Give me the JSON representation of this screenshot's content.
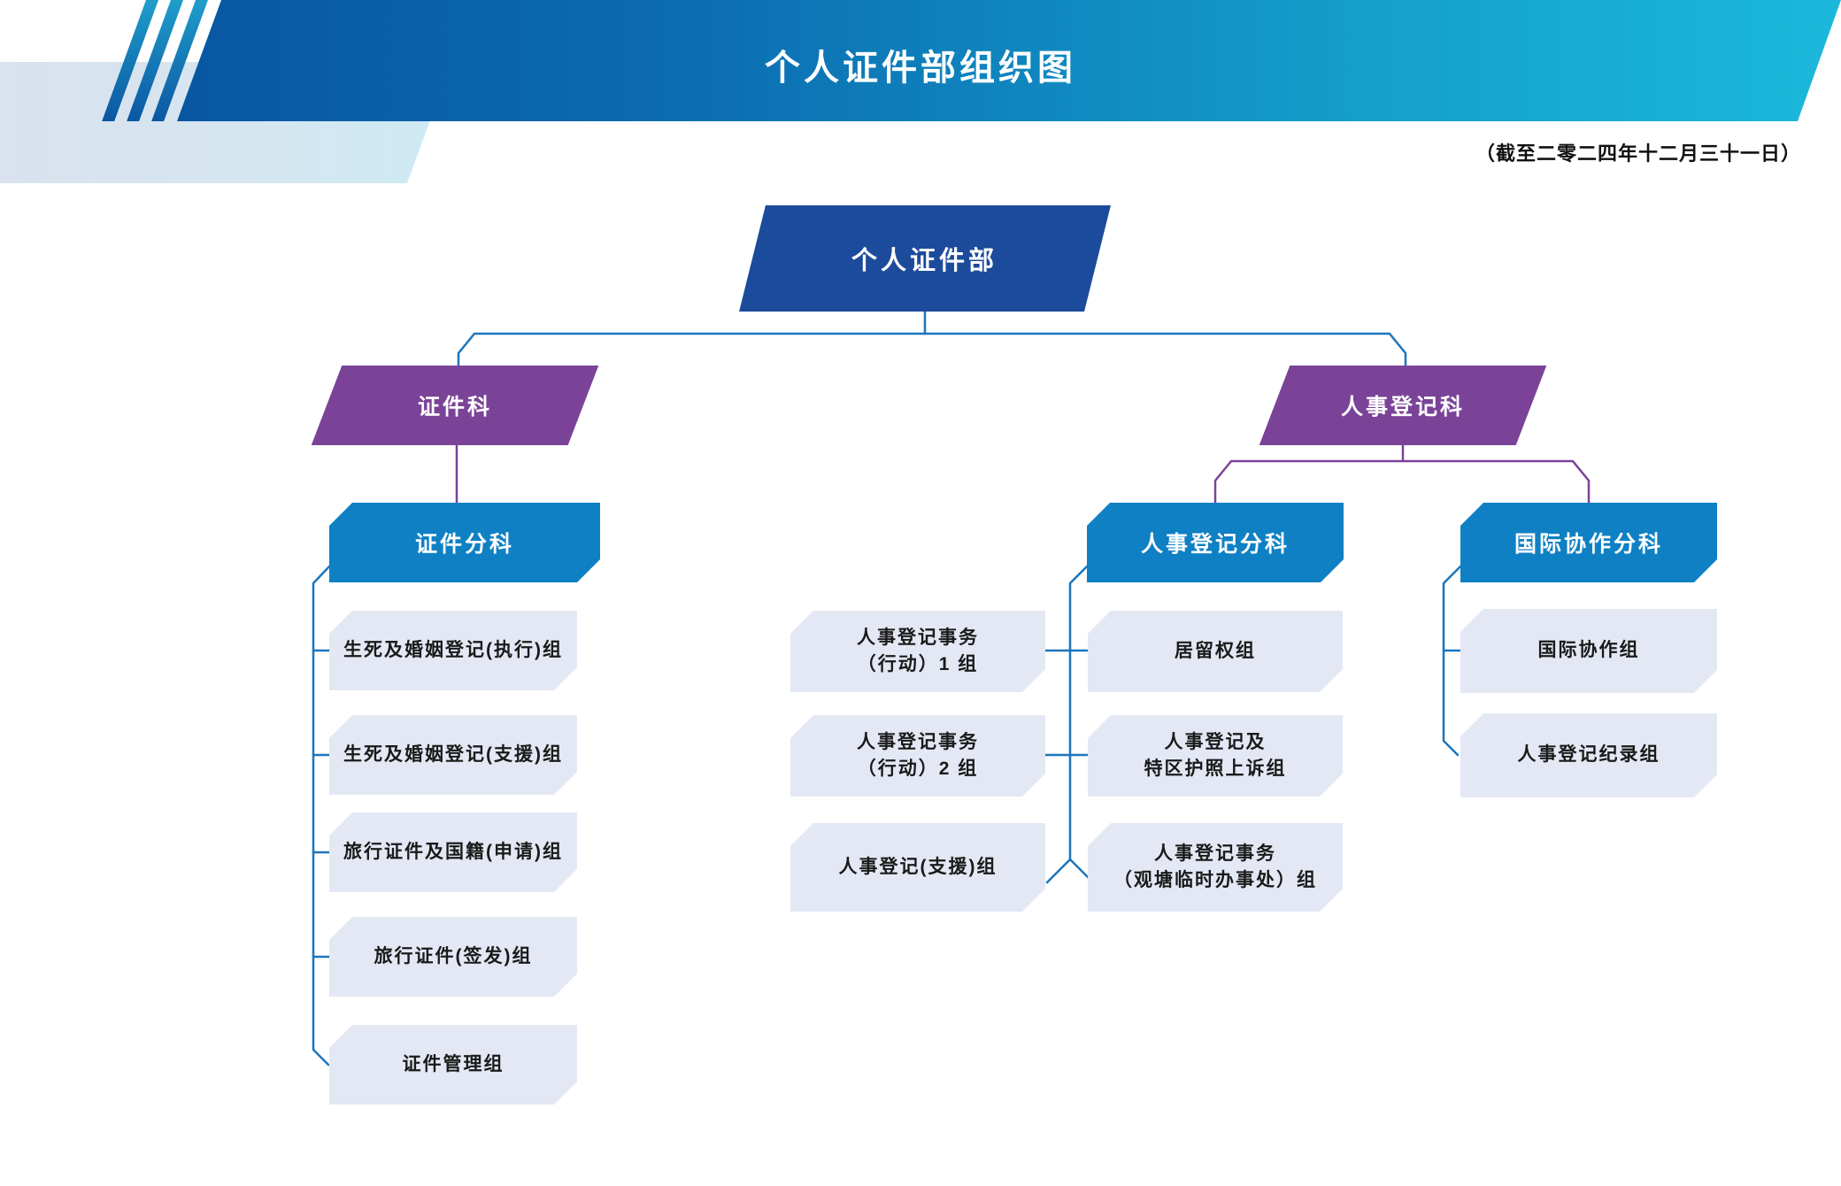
{
  "header": {
    "title": "个人证件部组织图",
    "date_note": "（截至二零二四年十二月三十一日）"
  },
  "nodes": {
    "root": "个人证件部",
    "cert_division": "证件科",
    "reg_division": "人事登记科",
    "cert_sub": "证件分科",
    "reg_sub": "人事登记分科",
    "intl_sub": "国际协作分科"
  },
  "cert_units": [
    "生死及婚姻登记(执行)组",
    "生死及婚姻登记(支援)组",
    "旅行证件及国籍(申请)组",
    "旅行证件(签发)组",
    "证件管理组"
  ],
  "reg_units_left": [
    "人事登记事务\n（行动）1 组",
    "人事登记事务\n（行动）2 组",
    "人事登记(支援)组"
  ],
  "reg_units_right": [
    "居留权组",
    "人事登记及\n特区护照上诉组",
    "人事登记事务\n（观塘临时办事处）组"
  ],
  "intl_units": [
    "国际协作组",
    "人事登记纪录组"
  ],
  "colors": {
    "banner_gradient_start": "#084f9e",
    "banner_gradient_end": "#1cb8dc",
    "light_band_start": "#d9e2ee",
    "light_band_end": "#cdeaf4",
    "root_node": "#1d4b9b",
    "division_node": "#7a4398",
    "sub_division_node": "#0f80c4",
    "unit_box": "#e4e8f4",
    "connector_blue": "#1b75bc",
    "connector_purple": "#7a4398"
  }
}
